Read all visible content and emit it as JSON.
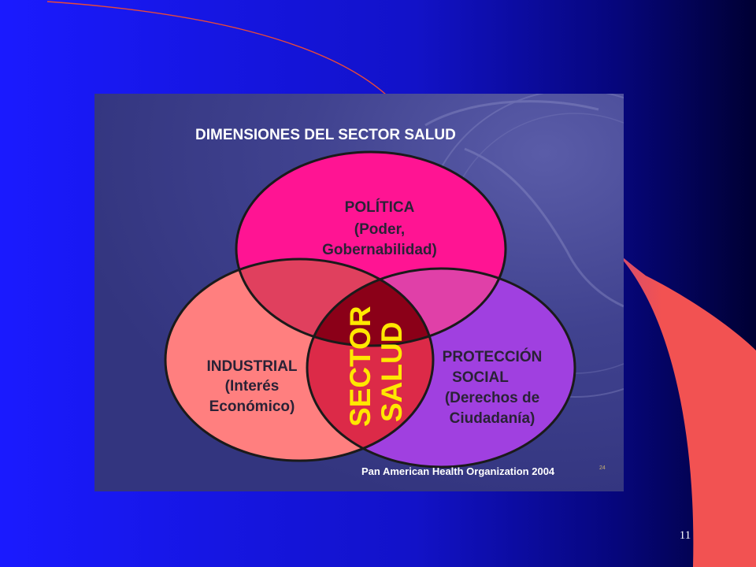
{
  "slide": {
    "page_number": "11",
    "colors": {
      "background_left": "#1a1aff",
      "background_right": "#000033",
      "accent_swoosh": "#f25252",
      "accent_line": "#e84a3a"
    }
  },
  "diagram": {
    "title": "DIMENSIONES DEL SECTOR SALUD",
    "background_color": "#3c3e92",
    "circles": {
      "politica": {
        "lines": [
          "POLÍTICA",
          "(Poder,",
          "Gobernabilidad)"
        ],
        "color": "#ff1493"
      },
      "industrial": {
        "lines": [
          "INDUSTRIAL",
          "(Interés",
          "Económico)"
        ],
        "color": "#ff7f7f"
      },
      "proteccion": {
        "lines": [
          "PROTECCIÓN",
          "SOCIAL",
          "(Derechos de",
          "Ciudadanía)"
        ],
        "color": "#a040e0"
      }
    },
    "center": {
      "lines": [
        "SECTOR",
        "SALUD"
      ],
      "color": "#8b0018",
      "text_color": "#ffe800"
    },
    "credit": "Pan American Health Organization 2004",
    "corner_number": "24"
  }
}
